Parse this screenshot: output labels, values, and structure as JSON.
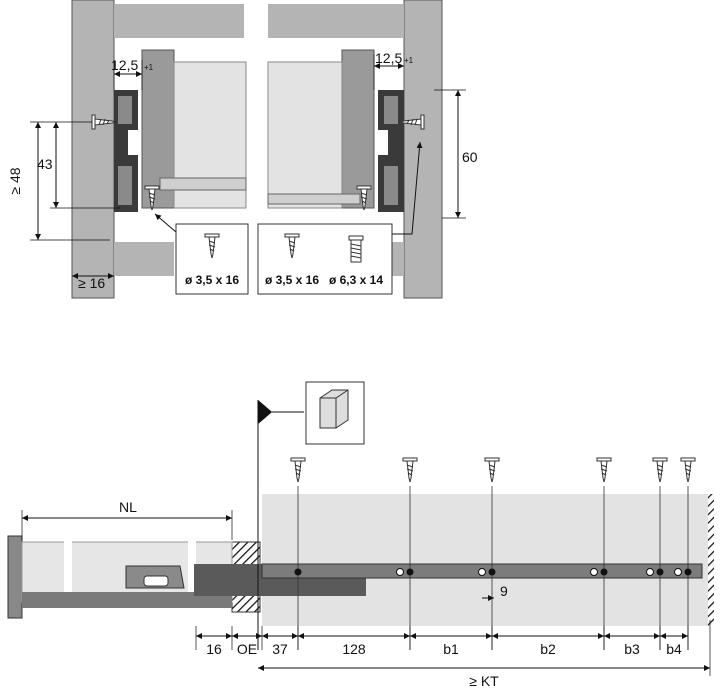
{
  "top_view": {
    "left": {
      "width_dim": "12,5",
      "tolerance": "+1",
      "height_dim_outer": "≥ 48",
      "height_dim_inner": "43",
      "side_thickness": "≥ 16",
      "screw_labels": [
        "ø 3,5 x 16"
      ]
    },
    "right": {
      "width_dim": "12,5",
      "tolerance": "+1",
      "height_dim": "60",
      "screw_labels": [
        "ø 3,5 x 16",
        "ø 6,3 x 14"
      ]
    }
  },
  "side_view": {
    "nominal_length": "NL",
    "dims": [
      "16",
      "OE",
      "37",
      "128",
      "b1",
      "b2",
      "b3",
      "b4"
    ],
    "hole_offset": "9",
    "cabinet_depth": "≥ KT"
  },
  "colors": {
    "panel": "#b4b4b4",
    "rail": "#6e6e6e",
    "drawer_face": "#dadada",
    "cabinet_fill": "#e3e3e3"
  }
}
